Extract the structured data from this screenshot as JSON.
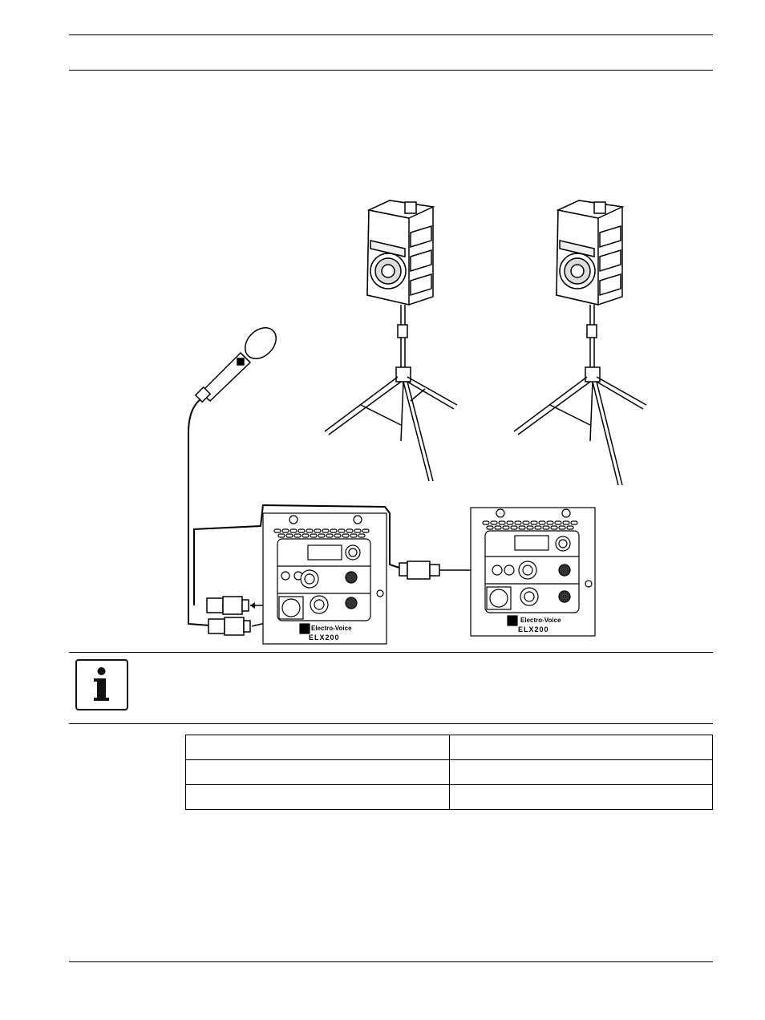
{
  "figure": {
    "panel_left": {
      "brand": "Electro-Voice",
      "model": "ELX200",
      "logo": "EV"
    },
    "panel_right": {
      "brand": "Electro-Voice",
      "model": "ELX200",
      "logo": "EV"
    },
    "icons": [
      "microphone-icon",
      "speaker-icon",
      "speaker-icon",
      "info-icon"
    ]
  },
  "table": {
    "rows": [
      [
        "",
        ""
      ],
      [
        "",
        ""
      ],
      [
        "",
        ""
      ]
    ]
  }
}
